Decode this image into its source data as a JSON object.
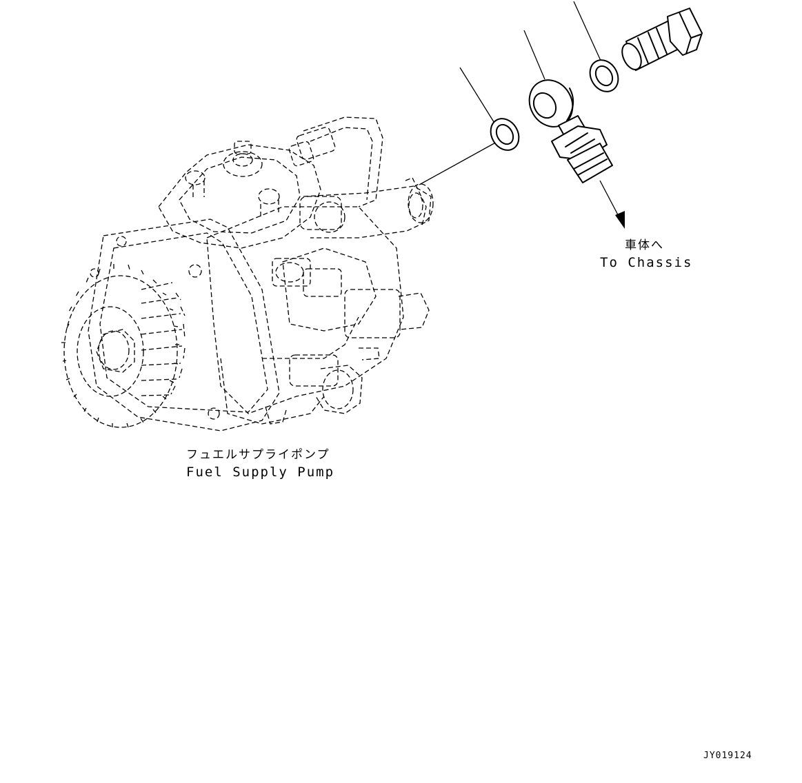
{
  "labels": {
    "pump_jp": "フュエルサプライポンプ",
    "pump_en": "Fuel Supply Pump",
    "chassis_jp": "車体へ",
    "chassis_en": "To Chassis"
  },
  "figure_id": "JY019124",
  "parts": [
    "fuel-supply-pump",
    "washer",
    "eye-joint-fitting",
    "washer",
    "banjo-bolt"
  ]
}
